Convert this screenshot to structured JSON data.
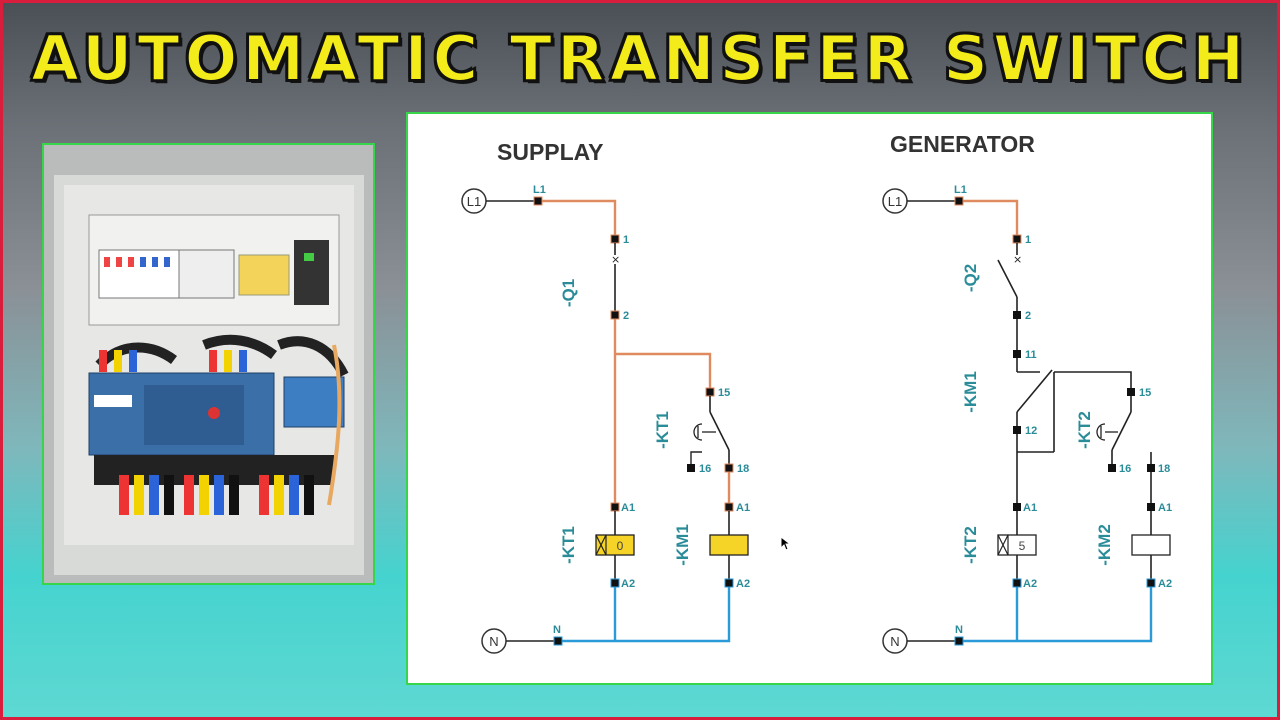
{
  "title": "AUTOMATIC TRANSFER SWITCH",
  "colors": {
    "title_fill": "#f4ec1a",
    "frame": "#d81e3c",
    "panel_border": "#37d64a",
    "phase_wire": "#e08a5f",
    "neutral_wire": "#2a9ad8",
    "label": "#2a8c99",
    "coil_fill": "#f5d327"
  },
  "photo": {
    "description_icon": "ats-panel-photo"
  },
  "diagram": {
    "supply": {
      "heading": "SUPPLAY",
      "line_symbol": "L1",
      "line_terminal": "L1",
      "neutral_symbol": "N",
      "neutral_terminal": "N",
      "breaker": {
        "label": "-Q1",
        "t_in": "1",
        "t_out": "2"
      },
      "timer_contact": {
        "label": "-KT1",
        "t_common": "15",
        "t_nc": "16",
        "t_no": "18"
      },
      "timer_coil": {
        "label": "-KT1",
        "a1": "A1",
        "a2": "A2",
        "value": "0"
      },
      "contactor_coil": {
        "label": "-KM1",
        "a1": "A1",
        "a2": "A2"
      }
    },
    "generator": {
      "heading": "GENERATOR",
      "line_symbol": "L1",
      "line_terminal": "L1",
      "neutral_symbol": "N",
      "neutral_terminal": "N",
      "breaker": {
        "label": "-Q2",
        "t_in": "1",
        "t_out": "2"
      },
      "interlock_contact": {
        "label": "-KM1",
        "t_in": "11",
        "t_out": "12"
      },
      "timer_contact": {
        "label": "-KT2",
        "t_common": "15",
        "t_nc": "16",
        "t_no": "18"
      },
      "timer_coil": {
        "label": "-KT2",
        "a1": "A1",
        "a2": "A2",
        "value": "5"
      },
      "contactor_coil": {
        "label": "-KM2",
        "a1": "A1",
        "a2": "A2"
      }
    }
  }
}
